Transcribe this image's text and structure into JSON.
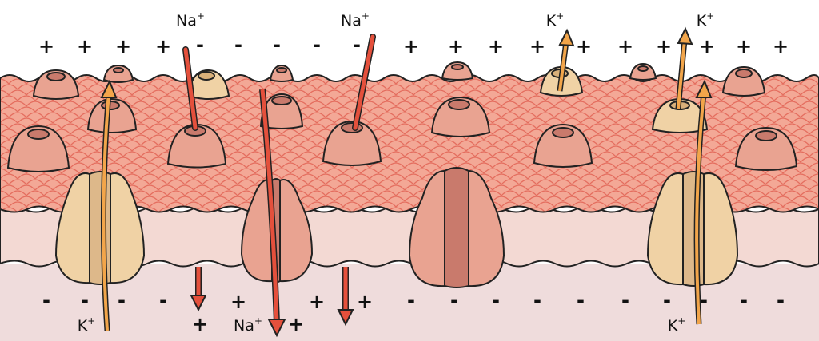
{
  "colors": {
    "outer_layer": "#f3a896",
    "outer_scale_line": "#e46d5e",
    "membrane_band": "#f3d9d3",
    "inner_fluid": "#efdcdc",
    "channel_pink": "#e9a391",
    "channel_tan": "#f0d2a5",
    "arrow_sodium": "#e4503c",
    "arrow_potassium": "#f2a54a",
    "outline": "#222222"
  },
  "labels": {
    "na_top_1": {
      "base": "Na",
      "sup": "+"
    },
    "na_top_2": {
      "base": "Na",
      "sup": "+"
    },
    "k_top_1": {
      "base": "K",
      "sup": "+"
    },
    "k_top_2": {
      "base": "K",
      "sup": "+"
    },
    "k_bottom_1": {
      "base": "K",
      "sup": "+"
    },
    "na_bottom": {
      "base": "Na",
      "sup": "+"
    },
    "k_bottom_2": {
      "base": "K",
      "sup": "+"
    }
  },
  "charges": {
    "top": [
      "+",
      "+",
      "+",
      "+",
      "-",
      "-",
      "-",
      "-",
      "-",
      "+",
      "+",
      "+",
      "+",
      "+",
      "+",
      "+",
      "+",
      "+",
      "+",
      "+"
    ],
    "bottom": [
      "-",
      "-",
      "-",
      "-",
      "+",
      "+",
      "+",
      "+",
      "+",
      "-",
      "-",
      "-",
      "-",
      "-",
      "-",
      "-",
      "-",
      "-",
      "-"
    ]
  }
}
